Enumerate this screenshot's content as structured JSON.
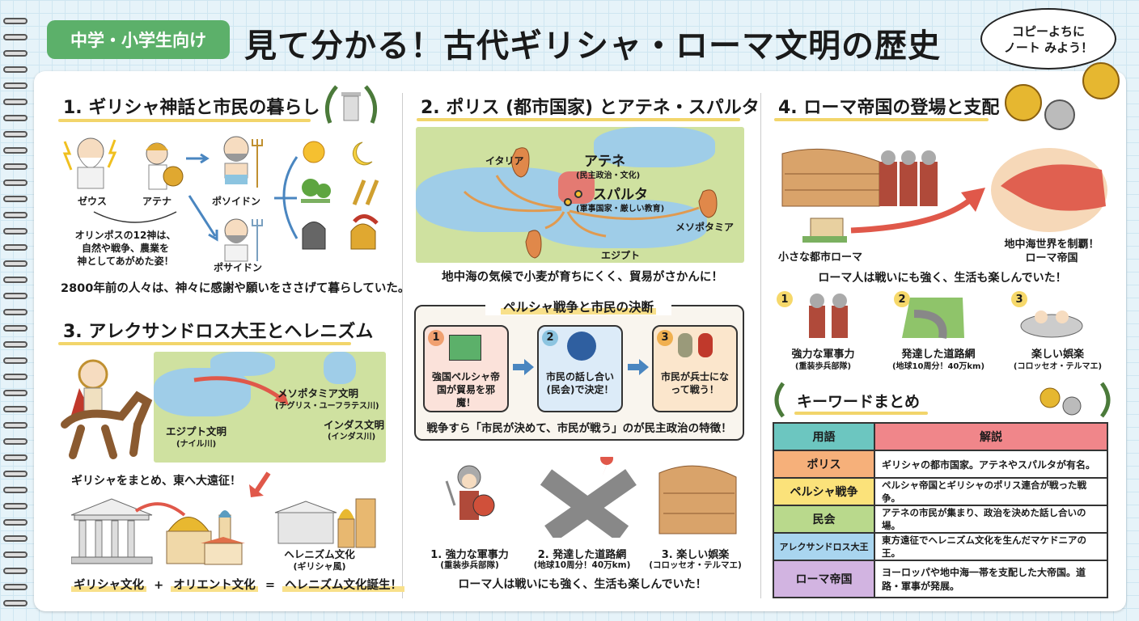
{
  "header": {
    "badge": "中学・小学生向け",
    "title": "見て分かる！古代ギリシャ・ローマ文明の歴史",
    "bubble_line1": "コピーよちに",
    "bubble_line2": "ノート みよう！"
  },
  "section1": {
    "heading": "1. ギリシャ神話と市民の暮らし",
    "gods": [
      "ゼウス",
      "アテナ",
      "ポソイドン",
      "ポサイドン"
    ],
    "caption": [
      "オリンポスの12神は、",
      "自然や戦争、農業を",
      "神としてあがめた姿！"
    ],
    "footer": "2800年前の人々は、神々に感謝や願いをささげて暮らしていた。"
  },
  "section2": {
    "heading": "2. ポリス (都市国家) とアテネ・スパルタ",
    "map_labels": {
      "italy": "イタリア",
      "athens": "アテネ",
      "athens_sub": "(民主政治・文化)",
      "sparta": "スパルタ",
      "sparta_sub": "(軍事国家・厳しい教育)",
      "mesopotamia": "メソポタミア",
      "egypt": "エジプト"
    },
    "caption": "地中海の気候で小麦が育ちにくく、貿易がさかんに！",
    "persian": {
      "title": "ペルシャ戦争と市民の決断",
      "steps": [
        {
          "num": "1",
          "text": "強国ペルシャ帝国が貿易を邪魔！"
        },
        {
          "num": "2",
          "text": "市民の話し合い(民会)で決定！"
        },
        {
          "num": "3",
          "text": "市民が兵士になって戦う！"
        }
      ],
      "summary": "戦争すら「市民が決めて、市民が戦う」のが民主政治の特徴！"
    },
    "rome": {
      "items": [
        {
          "label": "1. 強力な軍事力",
          "sub": "(重装歩兵部隊)"
        },
        {
          "label": "2. 発達した道路網",
          "sub": "(地球10周分！40万km)"
        },
        {
          "label": "3. 楽しい娯楽",
          "sub": "(コロッセオ・テルマエ)"
        }
      ],
      "footer": "ローマ人は戦いにも強く、生活も楽しんでいた！"
    }
  },
  "section3": {
    "heading": "3. アレクサンドロス大王とヘレニズム",
    "map_labels": {
      "meso": "メソポタミア文明",
      "meso_sub": "(チグリス・ユーフラテス川)",
      "indus": "インダス文明",
      "indus_sub": "(インダス川)",
      "egypt": "エジプト文明",
      "egypt_sub": "(ナイル川)"
    },
    "expedition": "ギリシャをまとめ、東へ大遠征！",
    "hellenism_label": "ヘレニズム文化",
    "hellenism_sub": "(ギリシャ風)",
    "equation": {
      "a": "ギリシャ文化",
      "plus": "+",
      "b": "オリエント文化",
      "eq": "=",
      "c": "ヘレニズム文化誕生！"
    }
  },
  "section4": {
    "heading": "4. ローマ帝国の登場と支配",
    "small_rome": "小さな都市ローマ",
    "empire_line1": "地中海世界を制覇！",
    "empire_line2": "ローマ帝国",
    "tagline": "ローマ人は戦いにも強く、生活も楽しんでいた！",
    "items": [
      {
        "num": "1",
        "label": "強力な軍事力",
        "sub": "(重装歩兵部隊)"
      },
      {
        "num": "2",
        "label": "発達した道路網",
        "sub": "(地球10周分！40万km)"
      },
      {
        "num": "3",
        "label": "楽しい娯楽",
        "sub": "(コロッセオ・テルマエ)"
      }
    ]
  },
  "keywords": {
    "heading": "キーワードまとめ",
    "col_term": "用語",
    "col_desc": "解説",
    "rows": [
      {
        "term": "ポリス",
        "desc": "ギリシャの都市国家。アテネやスパルタが有名。",
        "color": "#f6b07a"
      },
      {
        "term": "ペルシャ戦争",
        "desc": "ペルシャ帝国とギリシャのポリス連合が戦った戦争。",
        "color": "#fbe27a"
      },
      {
        "term": "民会",
        "desc": "アテネの市民が集まり、政治を決めた話し合いの場。",
        "color": "#b9d98c"
      },
      {
        "term": "アレクサンドロス大王",
        "desc": "東方遠征でヘレニズム文化を生んだマケドニアの王。",
        "color": "#a9d5ef"
      },
      {
        "term": "ローマ帝国",
        "desc": "ヨーロッパや地中海一帯を支配した大帝国。道路・軍事が発展。",
        "color": "#d2b4e1"
      }
    ]
  },
  "colors": {
    "badge": "#5cb06a",
    "underline": "#f2d56b",
    "header_term": "#6cc6c0",
    "header_desc": "#f0868a"
  }
}
